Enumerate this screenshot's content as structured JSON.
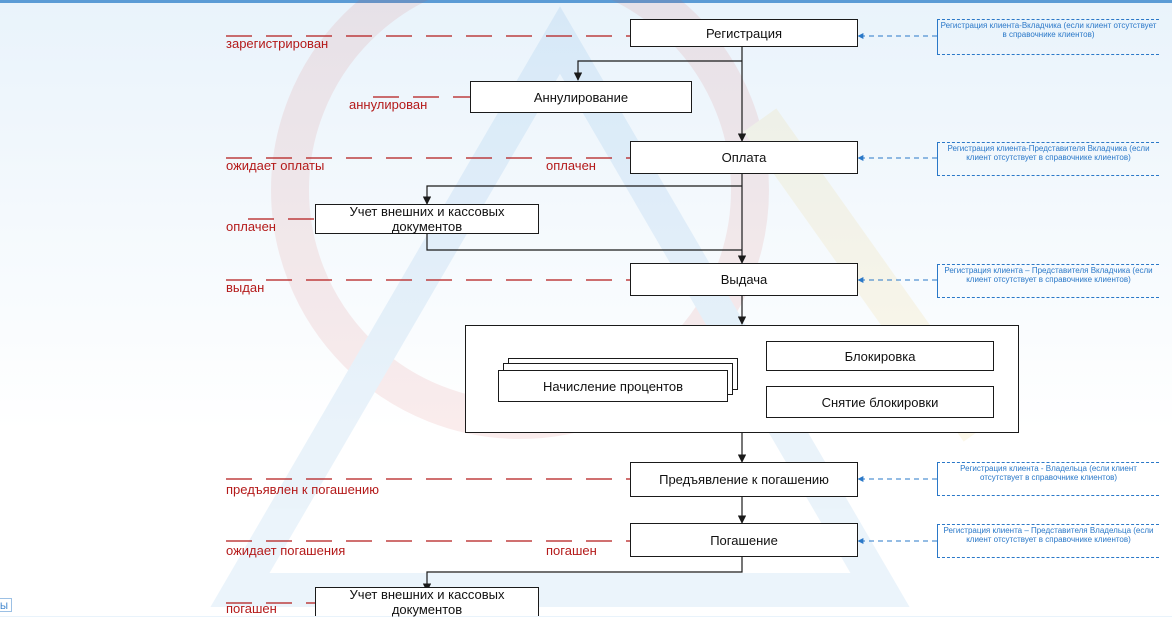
{
  "nodes": {
    "registration": "Регистрация",
    "cancellation": "Аннулирование",
    "payment": "Оплата",
    "accounting_1": "Учет внешних и кассовых документов",
    "issue": "Выдача",
    "blocking": "Блокировка",
    "interest": "Начисление процентов",
    "unblocking": "Снятие блокировки",
    "presentation": "Предъявление к погашению",
    "redemption": "Погашение",
    "accounting_2": "Учет внешних и кассовых документов"
  },
  "statuses": {
    "registered": "зарегистрирован",
    "cancelled": "аннулирован",
    "awaiting_payment": "ожидает оплаты",
    "paid_1": "оплачен",
    "paid_2": "оплачен",
    "issued": "выдан",
    "presented": "предъявлен к погашению",
    "awaiting_redemption": "ожидает погашения",
    "redeemed_1": "погашен",
    "redeemed_2": "погашен"
  },
  "notes": {
    "note_1": "Регистрация клиента-Вкладчика (если клиент отсутствует в справочнике клиентов)",
    "note_2": "Регистрация клиента-Представителя Вкладчика (если клиент отсутствует в справочнике клиентов)",
    "note_3": "Регистрация клиента – Представителя Вкладчика (если клиент отсутствует в справочнике клиентов)",
    "note_4": "Регистрация клиента - Владельца (если клиент отсутствует в справочнике клиентов)",
    "note_5": "Регистрация клиента – Представителя Владельца (если клиент отсутствует в справочнике клиентов)"
  },
  "colors": {
    "status_text": "#b41a1a",
    "note_text": "#2a78c8",
    "box_border": "#1a1a1a",
    "top_line": "#5b9bd5"
  },
  "edge_glyph": "Ы"
}
